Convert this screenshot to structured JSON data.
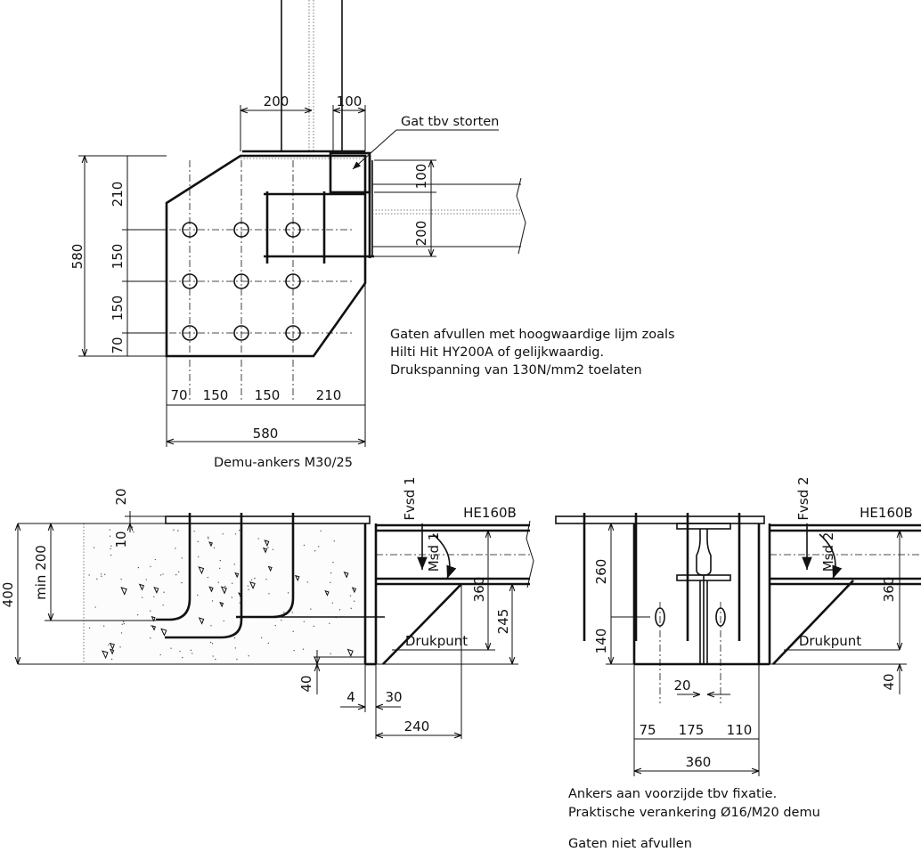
{
  "plan_view": {
    "dims_top": [
      "200",
      "100"
    ],
    "dims_left": [
      "210",
      "150",
      "150",
      "70"
    ],
    "dim_left_total": "580",
    "dims_right": [
      "100",
      "200"
    ],
    "dims_bottom": [
      "70",
      "150",
      "150",
      "210"
    ],
    "dim_bottom_total": "580",
    "label_hole": "Gat tbv storten",
    "anchor_label": "Demu-ankers M30/25",
    "notes": [
      "Gaten afvullen met hoogwaardige lijm zoals",
      "Hilti Hit HY200A of gelijkwaardig.",
      "Drukspanning van 130N/mm2 toelaten"
    ]
  },
  "section_left": {
    "dim_20": "20",
    "dim_10": "10",
    "dim_min200": "min 200",
    "dim_400": "400",
    "force_label": "Fvsd 1",
    "moment_label": "Msd 1",
    "profile": "HE160B",
    "dim_360": "360",
    "dim_245": "245",
    "pressure_label": "Drukpunt",
    "dim_40": "40",
    "dim_4": "4",
    "dim_30": "30",
    "dim_240": "240"
  },
  "section_right": {
    "force_label": "Fvsd 2",
    "moment_label": "Msd 2",
    "profile": "HE160B",
    "dim_260": "260",
    "dim_140": "140",
    "dim_360_v": "360",
    "dim_40": "40",
    "pressure_label": "Drukpunt",
    "dim_20": "20",
    "dims_bottom": [
      "75",
      "175",
      "110"
    ],
    "dim_bottom_total": "360",
    "notes": [
      "Ankers aan voorzijde tbv fixatie.",
      "Praktische verankering Ø16/M20 demu",
      "Gaten niet afvullen"
    ]
  }
}
